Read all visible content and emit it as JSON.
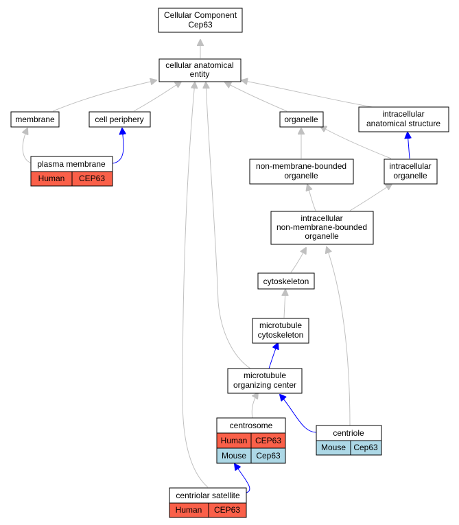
{
  "nodes": {
    "root": [
      "Cellular Component",
      "Cep63"
    ],
    "cae": [
      "cellular anatomical",
      "entity"
    ],
    "membrane": [
      "membrane"
    ],
    "cell_periphery": [
      "cell periphery"
    ],
    "organelle": [
      "organelle"
    ],
    "ias": [
      "intracellular",
      "anatomical structure"
    ],
    "plasma_membrane": [
      "plasma membrane"
    ],
    "nmbo": [
      "non-membrane-bounded",
      "organelle"
    ],
    "io": [
      "intracellular",
      "organelle"
    ],
    "inmbo": [
      "intracellular",
      "non-membrane-bounded",
      "organelle"
    ],
    "cytoskeleton": [
      "cytoskeleton"
    ],
    "mc": [
      "microtubule",
      "cytoskeleton"
    ],
    "moc": [
      "microtubule",
      "organizing center"
    ],
    "centrosome": [
      "centrosome"
    ],
    "centriole": [
      "centriole"
    ],
    "centriolar_satellite": [
      "centriolar satellite"
    ]
  },
  "annotations": {
    "plasma_membrane": [
      {
        "species": "Human",
        "gene": "CEP63"
      }
    ],
    "centrosome": [
      {
        "species": "Human",
        "gene": "CEP63"
      },
      {
        "species": "Mouse",
        "gene": "Cep63"
      }
    ],
    "centriole": [
      {
        "species": "Mouse",
        "gene": "Cep63"
      }
    ],
    "centriolar_satellite": [
      {
        "species": "Human",
        "gene": "CEP63"
      }
    ]
  },
  "colors": {
    "human": "#fa6049",
    "mouse": "#add8e6",
    "is_a_edge": "#c0c0c0",
    "part_of_edge": "#0000ff"
  }
}
